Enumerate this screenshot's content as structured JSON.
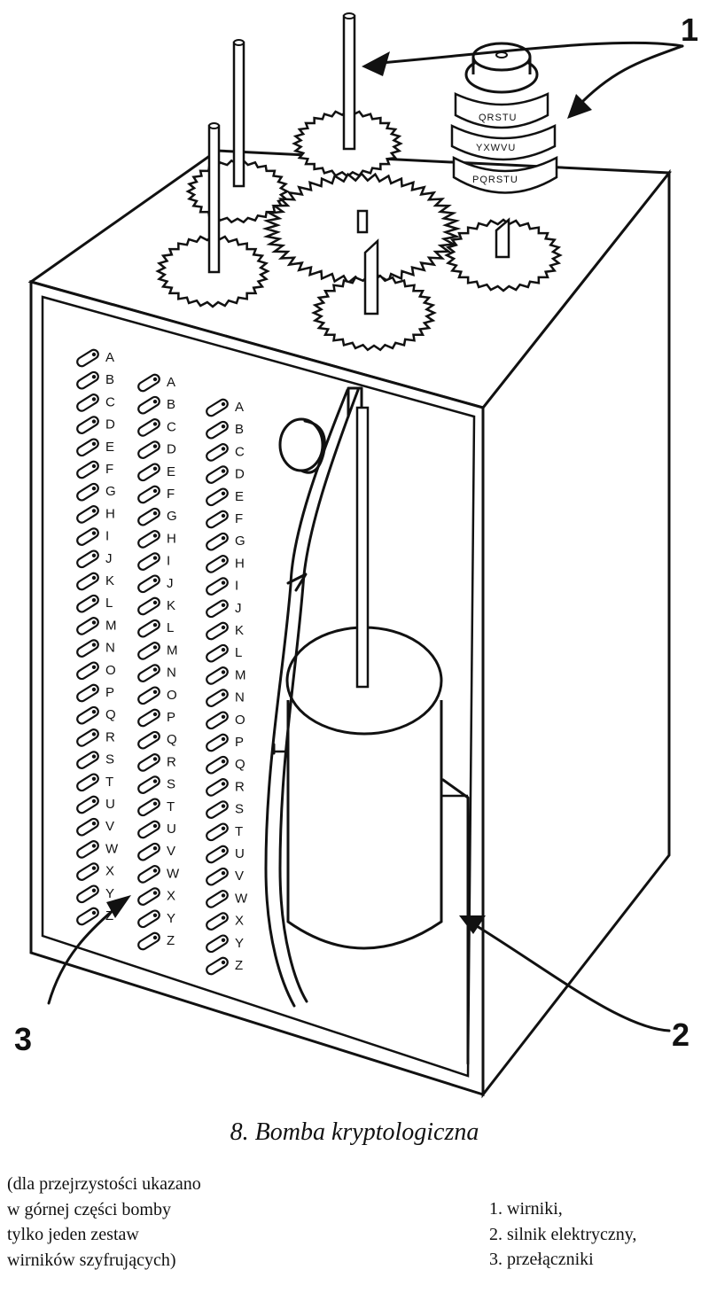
{
  "figure": {
    "caption": "8. Bomba kryptologiczna",
    "note_lines": [
      "(dla przejrzystości ukazano",
      "w górnej części bomby",
      "tylko jeden zestaw",
      "wirników szyfrujących)"
    ],
    "legend": [
      "1.  wirniki,",
      "2.  silnik elektryczny,",
      "3.  przełączniki"
    ],
    "callouts": [
      "1",
      "2",
      "3"
    ],
    "rotor_labels": [
      "QRSTU",
      "YXWVU",
      "PQRSTU"
    ],
    "switch_columns": [
      [
        "A",
        "B",
        "C",
        "D",
        "E",
        "F",
        "G",
        "H",
        "I",
        "J",
        "K",
        "L",
        "M",
        "N",
        "O",
        "P",
        "Q",
        "R",
        "S",
        "T",
        "U",
        "V",
        "W",
        "X",
        "Y",
        "Z"
      ],
      [
        "A",
        "B",
        "C",
        "D",
        "E",
        "F",
        "G",
        "H",
        "I",
        "J",
        "K",
        "L",
        "M",
        "N",
        "O",
        "P",
        "Q",
        "R",
        "S",
        "T",
        "U",
        "V",
        "W",
        "X",
        "Y",
        "Z"
      ],
      [
        "A",
        "B",
        "C",
        "D",
        "E",
        "F",
        "G",
        "H",
        "I",
        "J",
        "K",
        "L",
        "M",
        "N",
        "O",
        "P",
        "Q",
        "R",
        "S",
        "T",
        "U",
        "V",
        "W",
        "X",
        "Y",
        "Z"
      ]
    ]
  }
}
